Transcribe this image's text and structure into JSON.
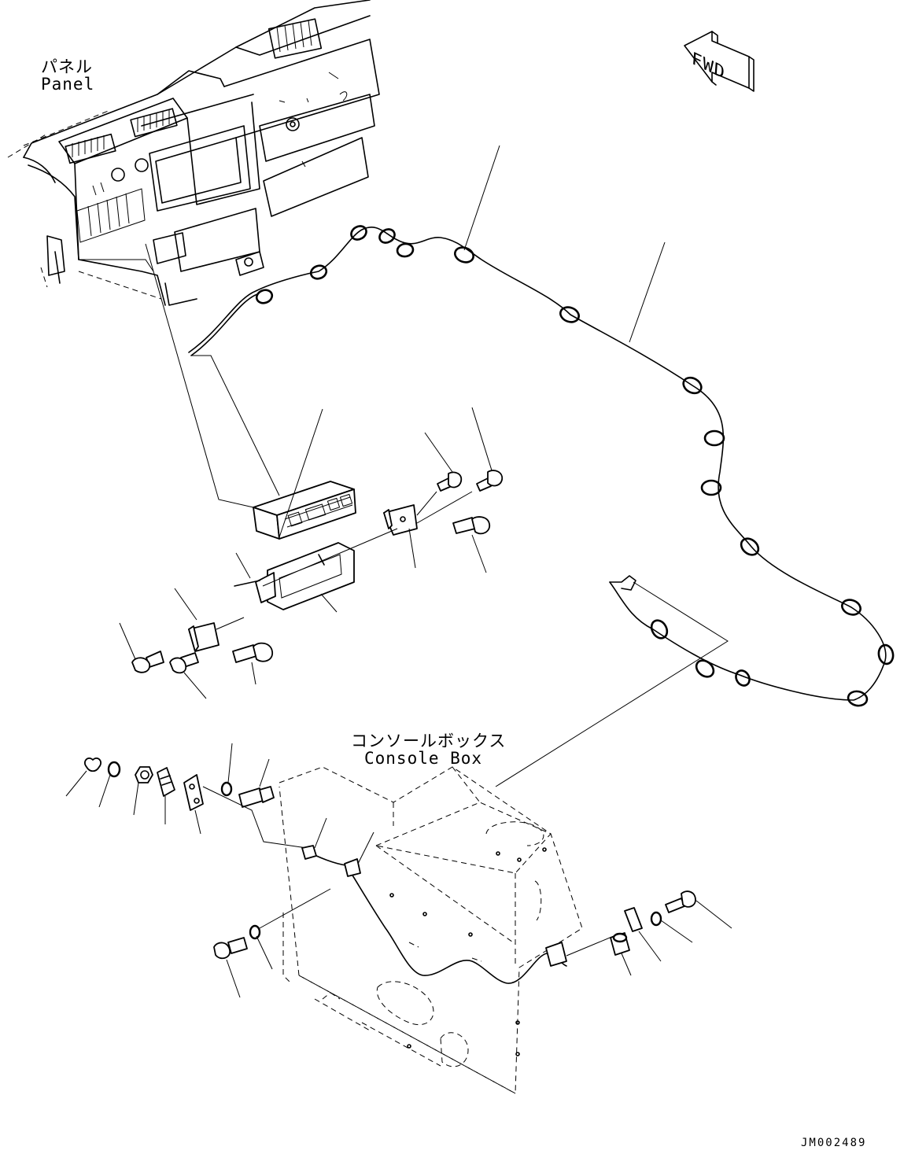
{
  "labels": {
    "panel_jp": "パネル",
    "panel_en": "Panel",
    "console_jp": "コンソールボックス",
    "console_en": "Console Box",
    "fwd": "FWD",
    "drawing_code": "JM002489"
  }
}
